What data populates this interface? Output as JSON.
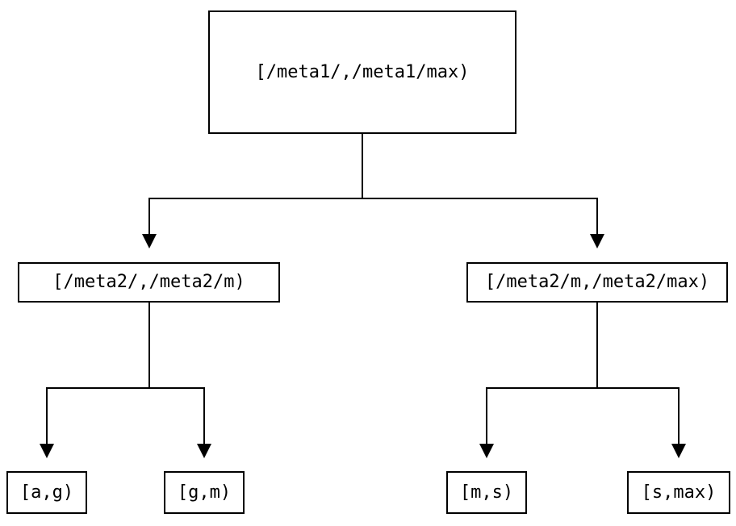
{
  "diagram": {
    "type": "tree",
    "description": "Binary partition tree of key ranges",
    "nodes": {
      "root": {
        "label": "[/meta1/,/meta1/max)"
      },
      "mid_left": {
        "label": "[/meta2/,/meta2/m)"
      },
      "mid_right": {
        "label": "[/meta2/m,/meta2/max)"
      },
      "leaf_a_g": {
        "label": "[a,g)"
      },
      "leaf_g_m": {
        "label": "[g,m)"
      },
      "leaf_m_s": {
        "label": "[m,s)"
      },
      "leaf_s_max": {
        "label": "[s,max)"
      }
    },
    "edges": [
      {
        "from": "root",
        "to": "mid_left"
      },
      {
        "from": "root",
        "to": "mid_right"
      },
      {
        "from": "mid_left",
        "to": "leaf_a_g"
      },
      {
        "from": "mid_left",
        "to": "leaf_g_m"
      },
      {
        "from": "mid_right",
        "to": "leaf_m_s"
      },
      {
        "from": "mid_right",
        "to": "leaf_s_max"
      }
    ],
    "colors": {
      "background": "#ffffff",
      "box_fill": "#ffffff",
      "box_border": "#000000",
      "line": "#000000",
      "text": "#000000"
    }
  }
}
